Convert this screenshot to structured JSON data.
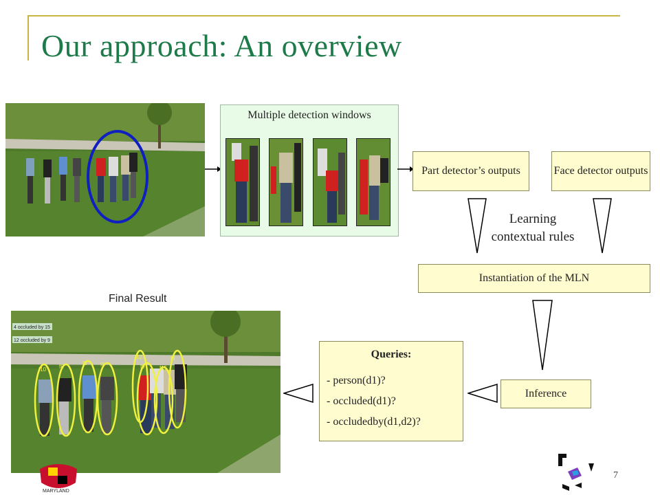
{
  "slide": {
    "title": "Our approach: An overview",
    "page_number": "7"
  },
  "pipeline": {
    "detection_panel_title": "Multiple detection windows",
    "part_detector": "Part detector’s outputs",
    "face_detector": "Face detector outputs",
    "learning_label_line1": "Learning",
    "learning_label_line2": "contextual rules",
    "mln": "Instantiation of the MLN",
    "inference": "Inference",
    "queries_title": "Queries:",
    "queries": [
      "- person(d1)?",
      "- occluded(d1)?",
      "- occludedby(d1,d2)?"
    ],
    "final_result_label": "Final Result"
  },
  "result_image": {
    "annotations": [
      "4 occluded by 15",
      "12 occluded by 9"
    ],
    "detection_ids": [
      "f10",
      "f8",
      "f5",
      "f6",
      "f12",
      "f9",
      "f15",
      "f4"
    ]
  },
  "footer": {
    "logo_text": "MARYLAND"
  },
  "colors": {
    "title": "#1f7a4a",
    "accent_rule": "#c8b440",
    "box_fill": "#fffcd0",
    "panel_fill": "#e8fbe6",
    "ellipse_blue": "#1020c0",
    "ellipse_yellow": "#f0f040"
  }
}
